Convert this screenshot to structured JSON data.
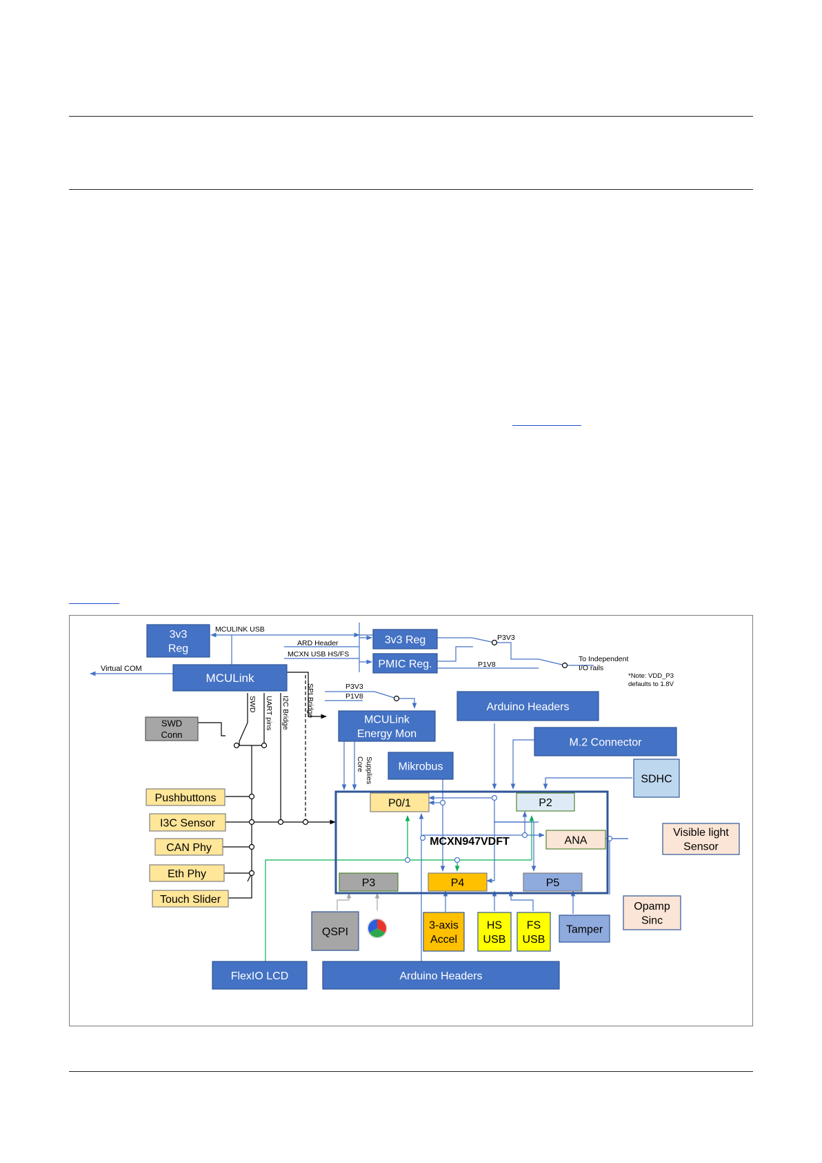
{
  "colors": {
    "block_blue": "#4472c4",
    "block_border": "#2f5597",
    "pin_yellow": "#ffe699",
    "accent_orange": "#ffc000",
    "bright_yellow": "#ffff00",
    "gray_block": "#a6a6a6",
    "light_blue": "#bdd7ee",
    "peach": "#fbe5d6",
    "periwinkle": "#8faadc",
    "green_wire": "#00b050",
    "mcu_outline": "#2f5597"
  },
  "diagram": {
    "blocks": {
      "reg_3v3_left": "3v3\nReg",
      "mculink": "MCULink",
      "reg_3v3": "3v3 Reg",
      "pmic_reg": "PMIC Reg.",
      "mculink_energy": "MCULink\nEnergy Mon",
      "arduino_headers_top": "Arduino Headers",
      "m2_connector": "M.2 Connector",
      "sdhc": "SDHC",
      "mikrobus": "Mikrobus",
      "swd_conn": "SWD\nConn",
      "pushbuttons": "Pushbuttons",
      "i3c_sensor": "I3C Sensor",
      "can_phy": "CAN Phy",
      "eth_phy": "Eth Phy",
      "touch_slider": "Touch Slider",
      "mcu": "MCXN947VDFT",
      "p01": "P0/1",
      "p2": "P2",
      "ana": "ANA",
      "p3": "P3",
      "p4": "P4",
      "p5": "P5",
      "visible_light": "Visible light\nSensor",
      "opamp_sinc": "Opamp\nSinc",
      "qspi": "QSPI",
      "accel": "3-axis\nAccel",
      "hs_usb": "HS\nUSB",
      "fs_usb": "FS\nUSB",
      "tamper": "Tamper",
      "flexio_lcd": "FlexIO LCD",
      "arduino_headers_bottom": "Arduino Headers"
    },
    "labels": {
      "mculink_usb": "MCULINK USB",
      "ard_header": "ARD Header",
      "mcxn_usb": "MCXN USB HS/FS",
      "p3v3_switch": "P3V3",
      "p1v8_rail": "P1V8",
      "to_independent": "To Independent\nI/O rails",
      "note": "*Note: VDD_P3\ndefaults to 1.8V",
      "virtual_com": "Virtual COM",
      "p3v3_mon": "P3V3",
      "p1v8_mon": "P1V8",
      "swd": "SWD",
      "uart_pins": "UART pins",
      "i2c_bridge": "I2C Bridge",
      "spi_bridge": "SPI Bridge",
      "core_supplies": "Core\nSupplies"
    }
  }
}
